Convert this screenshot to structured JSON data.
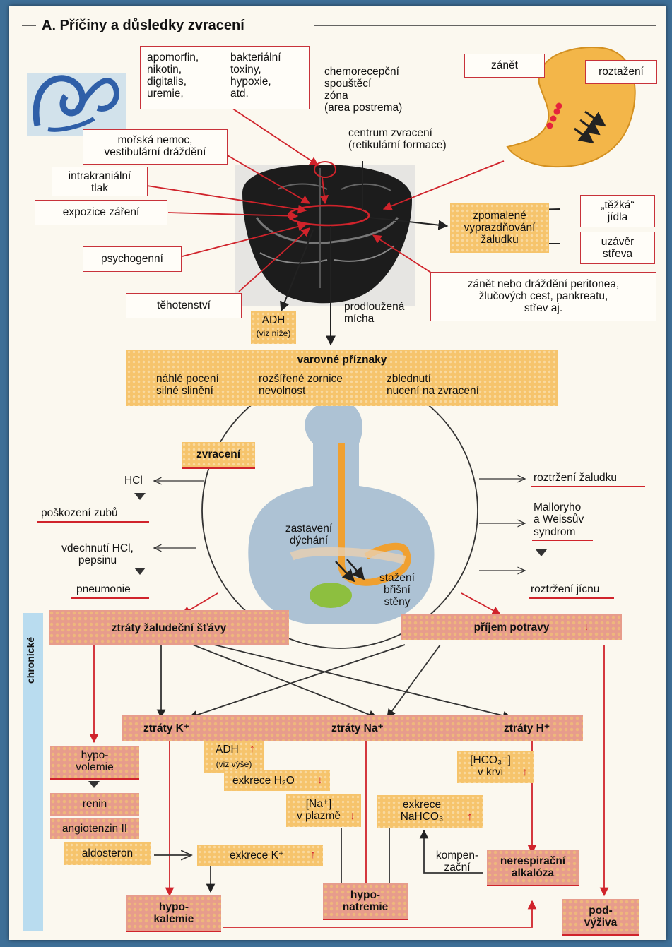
{
  "title": "A. Příčiny a důsledky zvracení",
  "causes": {
    "drugs_left": "apomorfin,\nnikotin,\ndigitalis,\nuremie,",
    "drugs_right": "bakteriální\ntoxiny,\nhypoxie,\natd.",
    "chemoreceptor": "chemorecepční\nspouštěcí\nzóna\n(area postrema)",
    "vomit_center": "centrum zvracení\n(retikulární formace)",
    "inflammation": "zánět",
    "distension": "roztažení",
    "seasickness": "mořská nemoc,\nvestibulární dráždění",
    "intracranial": "intrakraniální\ntlak",
    "radiation": "expozice záření",
    "psychogenic": "psychogenní",
    "pregnancy": "těhotenství",
    "slow_emptying": "zpomalené\nvyprazdňování\nžaludku",
    "heavy_food": "„těžká“\njídla",
    "obstruction": "uzávěr\nstřeva",
    "peritoneum": "zánět nebo dráždění peritonea,\nžlučových cest, pankreatu,\nstřev aj.",
    "adh_top": "ADH",
    "adh_top_note": "(viz níže)",
    "medulla": "prodloužená\nmícha"
  },
  "warning": {
    "title": "varovné příznaky",
    "col1": "náhlé pocení\nsilné slinění",
    "col2": "rozšířené zornice\nnevolnost",
    "col3": "zblednutí\nnucení na zvracení"
  },
  "vomiting": {
    "label": "zvracení",
    "hcl": "HCl",
    "teeth": "poškození zubů",
    "inhalation": "vdechnutí HCl,\npepsinu",
    "pneumonia": "pneumonie",
    "breath_stop": "zastavení\ndýchání",
    "abdominal": "stažení\nbřišní\nstěny",
    "stomach_rupture": "roztržení žaludku",
    "mallory": "Malloryho\na Weissův",
    "mallory_syndrome": "syndrom",
    "esophagus_rupture": "roztržení jícnu"
  },
  "consequences": {
    "chronic": "chronické",
    "gastric_loss": "ztráty žaludeční šťávy",
    "food_intake": "příjem potravy",
    "loss_k": "ztráty K⁺",
    "loss_na": "ztráty Na⁺",
    "loss_h": "ztráty H⁺",
    "hypovolemia": "hypo-\nvolemie",
    "renin": "renin",
    "angiotensin": "angiotenzin II",
    "aldosterone": "aldosteron",
    "adh_bottom": "ADH",
    "adh_bottom_note": "(viz výše)",
    "h2o": "exkrece H₂O",
    "na_plasma": "[Na⁺]\nv plazmě",
    "nahco3": "exkrece\nNaHCO₃",
    "hco3": "[HCO₃⁻]\nv krvi",
    "k_excretion": "exkrece K⁺",
    "compensation": "kompen-\nzační",
    "alkalosis": "nerespirační\nalkalóza",
    "hypokalemia": "hypo-\nkalemie",
    "hyponatremia": "hypo-\nnatremie",
    "malnutrition": "pod-\nvýživa"
  },
  "colors": {
    "red": "#d0232b",
    "orange": "#f6c46c",
    "pink": "#e79c8c",
    "frame": "#3e6f97"
  }
}
